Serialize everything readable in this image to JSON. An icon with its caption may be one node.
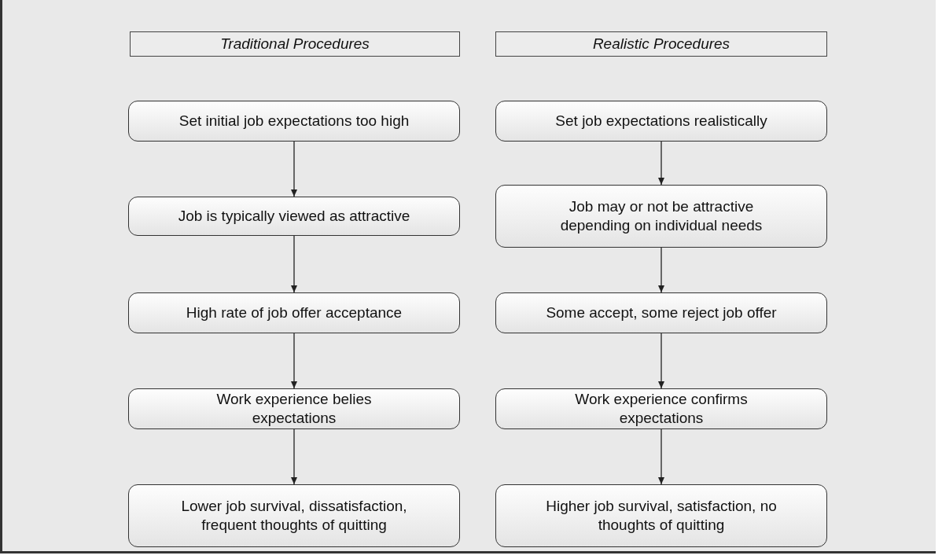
{
  "diagram": {
    "nodes": [
      {
        "text": [
          "Traditional Procedures"
        ]
      },
      {
        "text": [
          "Realistic Procedures"
        ]
      },
      {
        "text": [
          "Set initial job expectations too high"
        ]
      },
      {
        "text": [
          "Job is typically viewed as attractive"
        ]
      },
      {
        "text": [
          "High rate of job offer acceptance"
        ]
      },
      {
        "text": [
          "Work experience belies expectations"
        ]
      },
      {
        "text": [
          "Lower job survival, dissatisfaction, frequent thoughts of quitting"
        ]
      },
      {
        "text": [
          "Set job expectations realistically"
        ]
      },
      {
        "text": [
          "Job may or not be attractive depending on individual needs"
        ]
      },
      {
        "text": [
          "Some accept, some reject job offer"
        ]
      },
      {
        "text": [
          "Work experience confirms expectations"
        ]
      },
      {
        "text": [
          "Higher job survival, satisfaction, no thoughts of quitting"
        ]
      }
    ],
    "edges": [
      {
        "from": 2,
        "to": 3,
        "arrow": "to"
      },
      {
        "from": 3,
        "to": 4,
        "arrow": "to"
      },
      {
        "from": 4,
        "to": 5,
        "arrow": "to"
      },
      {
        "from": 5,
        "to": 6,
        "arrow": "to"
      },
      {
        "from": 7,
        "to": 8,
        "arrow": "to"
      },
      {
        "from": 8,
        "to": 9,
        "arrow": "to"
      },
      {
        "from": 9,
        "to": 10,
        "arrow": "to"
      },
      {
        "from": 10,
        "to": 11,
        "arrow": "to"
      }
    ]
  }
}
